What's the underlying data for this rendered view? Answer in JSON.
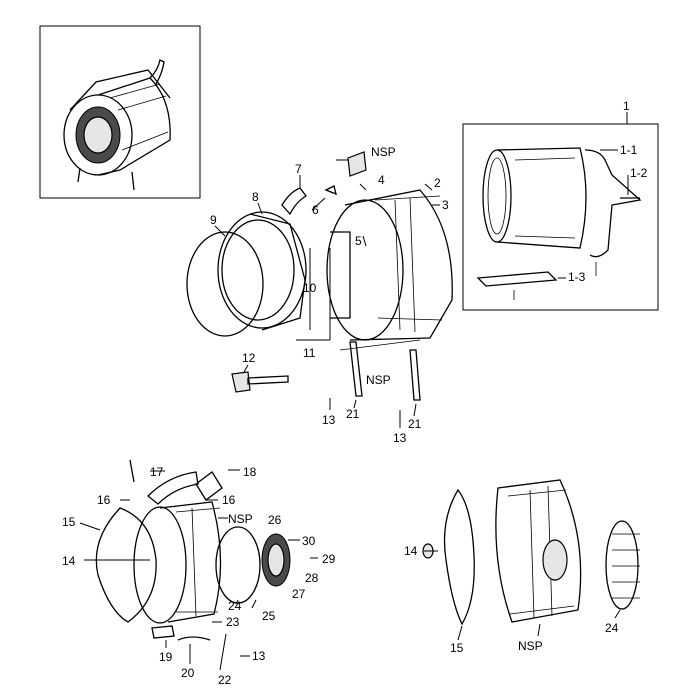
{
  "labels": {
    "l1": "1",
    "l1_1": "1-1",
    "l1_2": "1-2",
    "l1_3": "1-3",
    "l2": "2",
    "l3": "3",
    "l4": "4",
    "l5": "5",
    "l6": "6",
    "l7": "7",
    "l8": "8",
    "l9": "9",
    "l10": "10",
    "l11": "11",
    "l12": "12",
    "l13a": "13",
    "l13b": "13",
    "l13c": "13",
    "l14a": "14",
    "l14b": "14",
    "l15a": "15",
    "l15b": "15",
    "l16a": "16",
    "l16b": "16",
    "l17": "17",
    "l18": "18",
    "l19": "19",
    "l20": "20",
    "l21a": "21",
    "l21b": "21",
    "l22": "22",
    "l23": "23",
    "l24a": "24",
    "l24b": "24",
    "l25": "25",
    "l26": "26",
    "l27": "27",
    "l28": "28",
    "l29": "29",
    "l30": "30",
    "nsp_a": "NSP",
    "nsp_b": "NSP",
    "nsp_c": "NSP",
    "nsp_d": "NSP"
  }
}
